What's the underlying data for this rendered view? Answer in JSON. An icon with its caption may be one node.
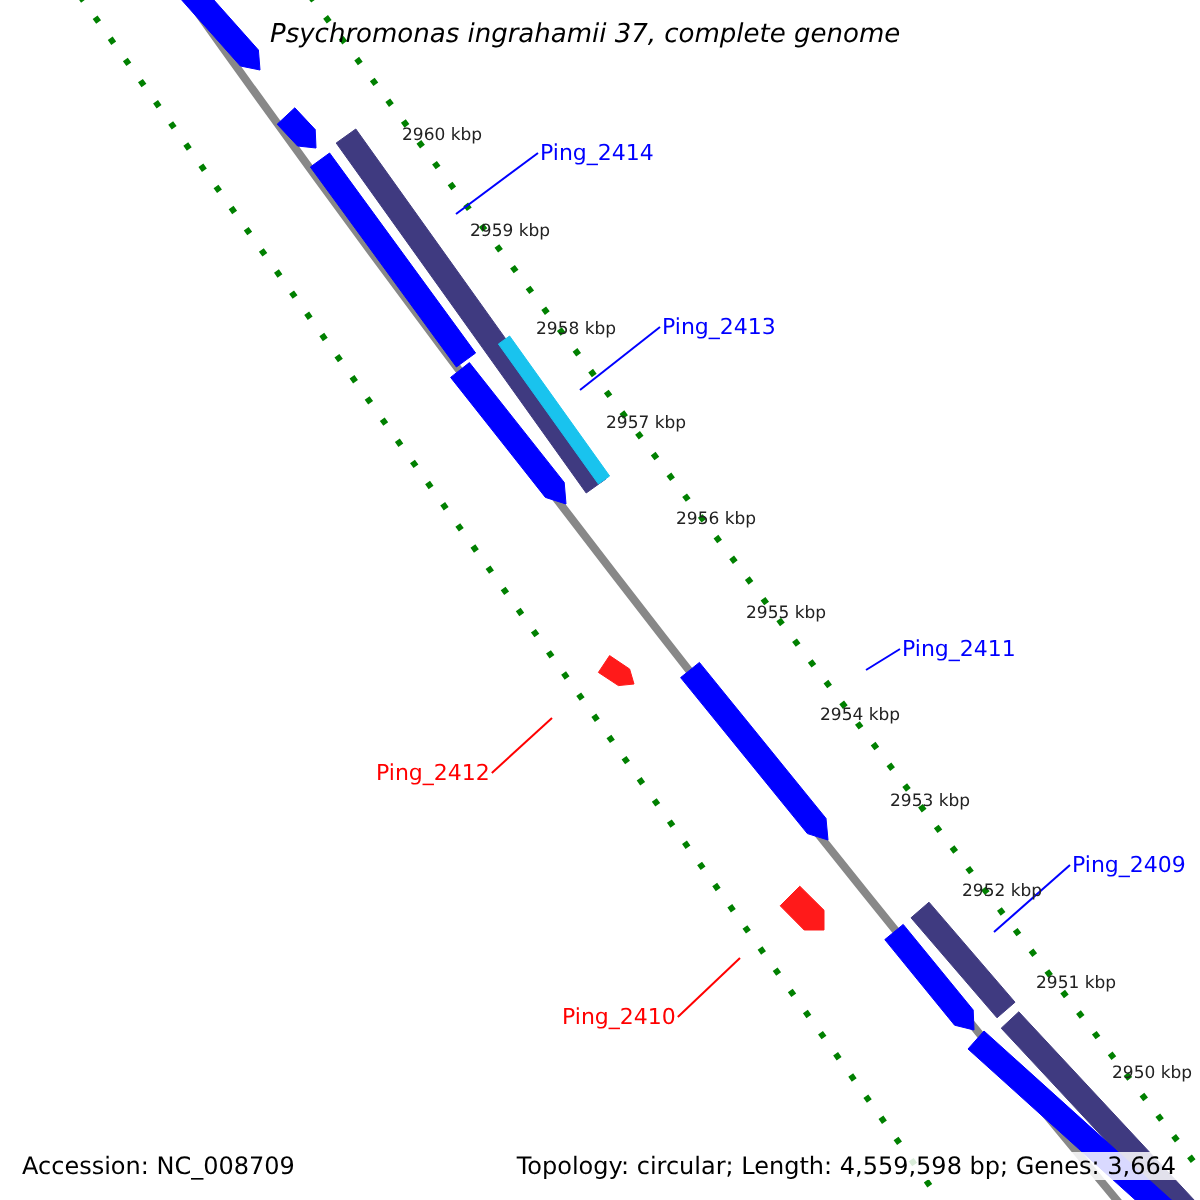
{
  "diagram": {
    "title": "Psychromonas ingrahamii 37, complete genome",
    "nodes": [
      {
        "text": [
          "Ping_2414"
        ]
      },
      {
        "text": [
          "Ping_2413"
        ]
      },
      {
        "text": [
          "Ping_2411"
        ]
      },
      {
        "text": [
          "Ping_2409"
        ]
      },
      {
        "text": [
          "Ping_2412"
        ]
      },
      {
        "text": [
          "Ping_2410"
        ]
      }
    ],
    "edges": [
      {
        "from": 0,
        "to": null,
        "arrow": "none"
      },
      {
        "from": 1,
        "to": null,
        "arrow": "none"
      },
      {
        "from": 2,
        "to": null,
        "arrow": "none"
      },
      {
        "from": 3,
        "to": null,
        "arrow": "none"
      },
      {
        "from": 4,
        "to": null,
        "arrow": "none",
        "color": "#ff0000"
      },
      {
        "from": 5,
        "to": null,
        "arrow": "none",
        "color": "#ff0000"
      }
    ],
    "labels": [
      "2960 kbp",
      "2959 kbp",
      "2958 kbp",
      "2957 kbp",
      "2956 kbp",
      "2955 kbp",
      "2954 kbp",
      "2953 kbp",
      "2952 kbp",
      "2951 kbp",
      "2950 kbp",
      "Accession: NC_008709",
      "Topology: circular; Length: 4,559,598 bp; Genes: 3,664"
    ]
  }
}
